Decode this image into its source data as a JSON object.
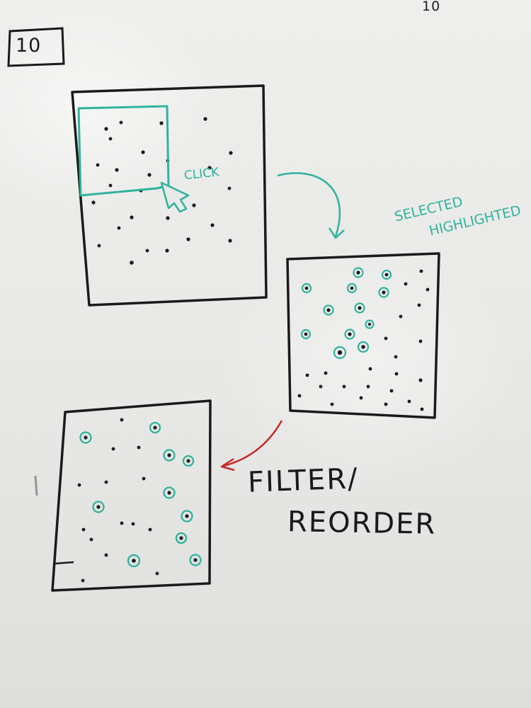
{
  "board": {
    "corner_number": "10",
    "page_number": "10",
    "click_label": "CLICK",
    "selected_label": "SELECTED",
    "highlighted_label": "HIGHLIGHTED",
    "filter_label": "FILTER/",
    "reorder_label": "REORDER"
  },
  "colors": {
    "marker_black": "#1a1a1a",
    "marker_teal": "#2fb39e",
    "marker_red": "#c62a2a",
    "board_white": "#ececea"
  },
  "icons": [
    "cursor-arrow-icon",
    "curved-arrow-icon"
  ]
}
